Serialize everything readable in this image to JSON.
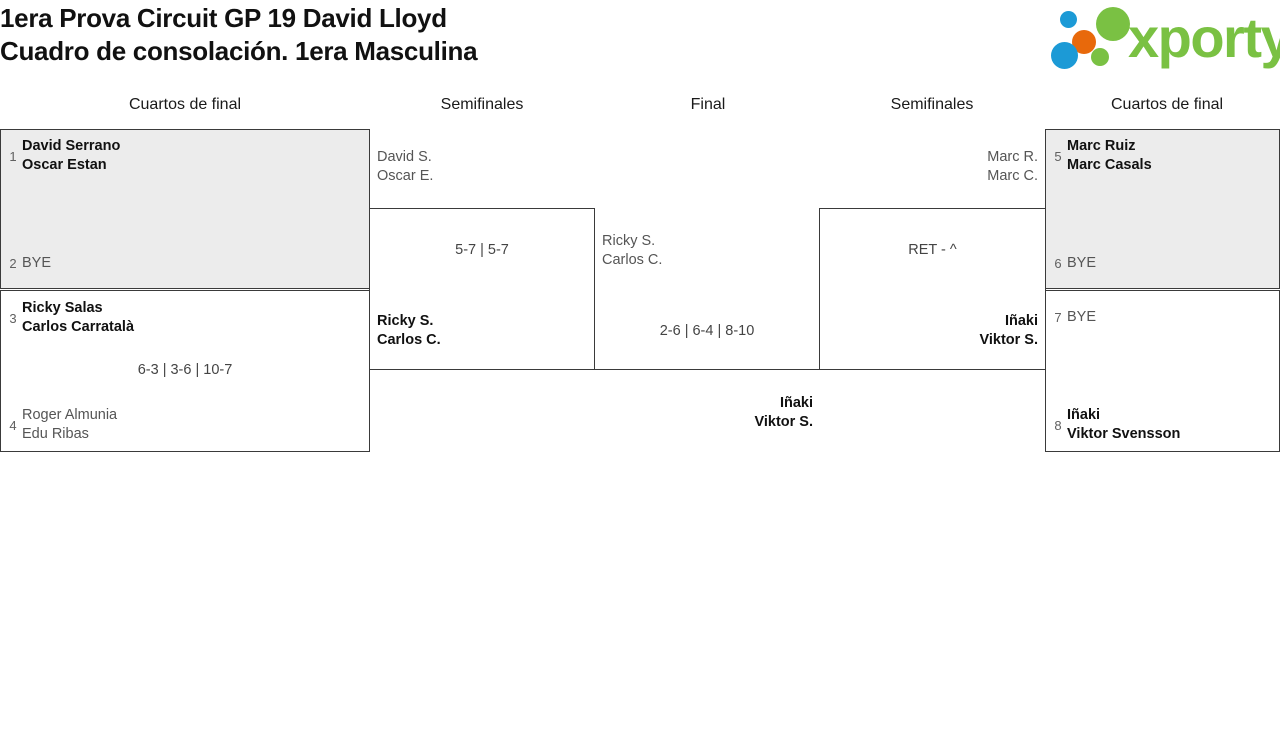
{
  "header": {
    "title_line1": "1era Prova Circuit GP 19 David Lloyd",
    "title_line2": "Cuadro de consolación. 1era Masculina",
    "logo_wordmark": "xporty"
  },
  "rounds": [
    {
      "label": "Cuartos de final",
      "side": "left"
    },
    {
      "label": "Semifinales",
      "side": "left"
    },
    {
      "label": "Final",
      "side": "center"
    },
    {
      "label": "Semifinales",
      "side": "right"
    },
    {
      "label": "Cuartos de final",
      "side": "right"
    }
  ],
  "matches": {
    "left_qf1": {
      "shaded": true,
      "top": {
        "seed": "1",
        "line1": "David Serrano",
        "line2": "Oscar Estan",
        "state": "winner"
      },
      "bottom": {
        "seed": "2",
        "line1": "BYE",
        "line2": "",
        "state": "bye"
      },
      "score": ""
    },
    "left_qf2": {
      "shaded": false,
      "top": {
        "seed": "3",
        "line1": "Ricky Salas",
        "line2": "Carlos Carratalà",
        "state": "winner"
      },
      "bottom": {
        "seed": "4",
        "line1": "Roger Almunia",
        "line2": "Edu Ribas",
        "state": "loser"
      },
      "score": "6-3 | 3-6 | 10-7"
    },
    "left_sf": {
      "shaded": false,
      "top": {
        "seed": "",
        "line1": "David S.",
        "line2": "Oscar E.",
        "state": "loser"
      },
      "bottom": {
        "seed": "",
        "line1": "Ricky S.",
        "line2": "Carlos C.",
        "state": "winner"
      },
      "score": "5-7 | 5-7"
    },
    "final": {
      "shaded": false,
      "top": {
        "seed": "",
        "line1": "Ricky S.",
        "line2": "Carlos C.",
        "state": "loser"
      },
      "bottom": {
        "seed": "",
        "line1": "Iñaki",
        "line2": "Viktor S.",
        "state": "winner"
      },
      "score": "2-6 | 6-4 | 8-10"
    },
    "right_sf": {
      "shaded": false,
      "top": {
        "seed": "",
        "line1": "Marc R.",
        "line2": "Marc C.",
        "state": "loser"
      },
      "bottom": {
        "seed": "",
        "line1": "Iñaki",
        "line2": "Viktor S.",
        "state": "winner"
      },
      "score": "RET - ^"
    },
    "right_qf1": {
      "shaded": true,
      "top": {
        "seed": "5",
        "line1": "Marc Ruiz",
        "line2": "Marc Casals",
        "state": "winner"
      },
      "bottom": {
        "seed": "6",
        "line1": "BYE",
        "line2": "",
        "state": "bye"
      },
      "score": ""
    },
    "right_qf2": {
      "shaded": false,
      "top": {
        "seed": "7",
        "line1": "BYE",
        "line2": "",
        "state": "bye"
      },
      "bottom": {
        "seed": "8",
        "line1": "Iñaki",
        "line2": "Viktor Svensson",
        "state": "winner"
      },
      "score": ""
    }
  }
}
